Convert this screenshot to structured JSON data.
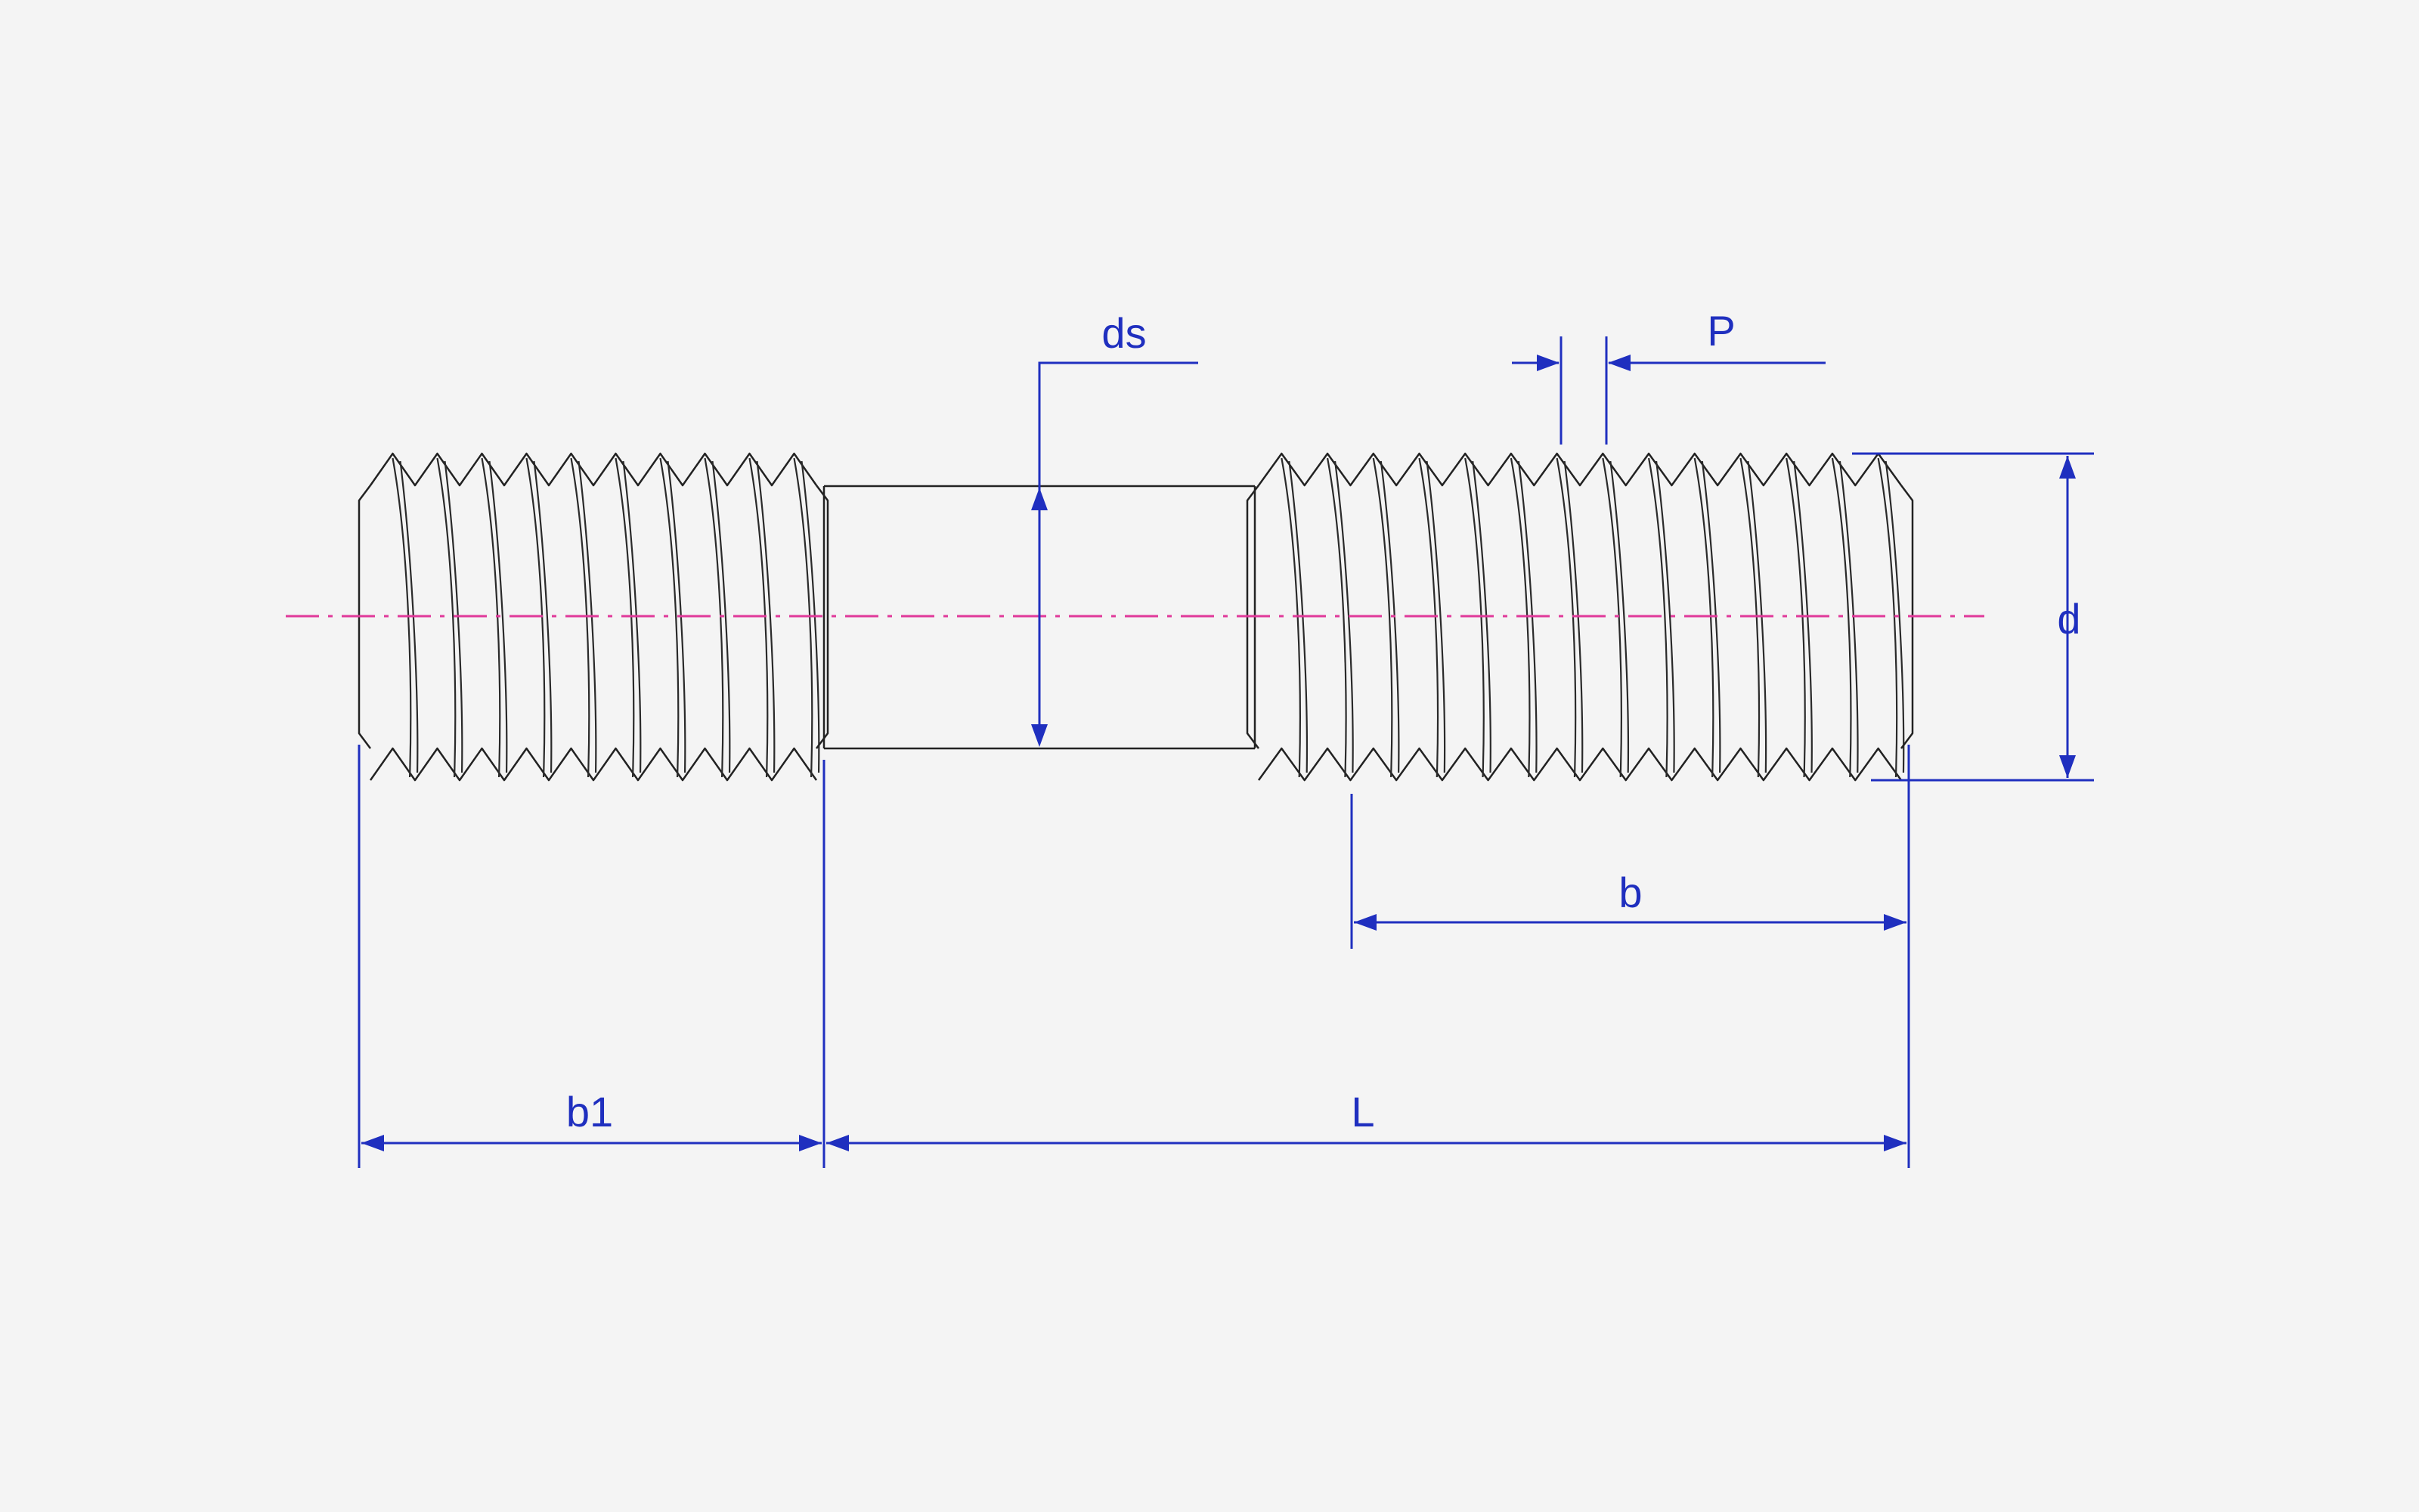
{
  "labels": {
    "ds": "ds",
    "P": "P",
    "d": "d",
    "b": "b",
    "b1": "b1",
    "L": "L"
  },
  "colors": {
    "dimension": "#1f2fbf",
    "centerline": "#e0399a",
    "outline": "#222222",
    "background": "#f4f4f4"
  }
}
